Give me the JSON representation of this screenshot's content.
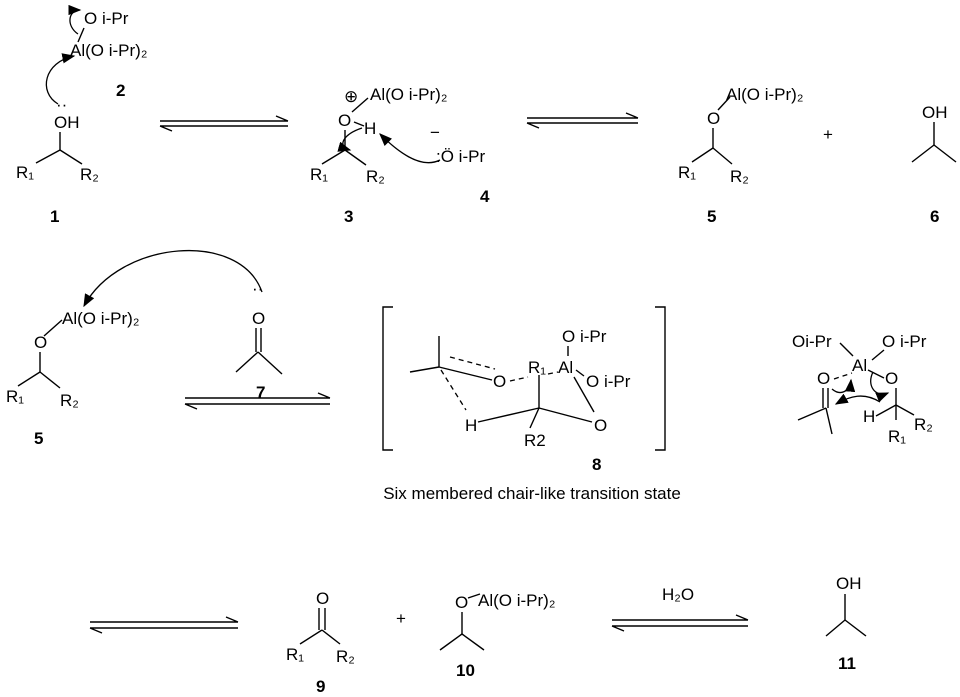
{
  "compounds": {
    "c1": {
      "label": "1",
      "oh": "OH",
      "r1": "R₁",
      "r2": "R₂",
      "lone_pair": "··"
    },
    "c2": {
      "label": "2",
      "top": "O i-Pr",
      "al": "Al(O i-Pr)₂"
    },
    "c3": {
      "label": "3",
      "charge": "⊕",
      "al": "Al(O i-Pr)₂",
      "o": "O",
      "h": "H",
      "r1": "R₁",
      "r2": "R₂"
    },
    "c4": {
      "label": "4",
      "charge": "−",
      "text": ":Ö i-Pr"
    },
    "c5": {
      "label": "5",
      "al": "Al(O i-Pr)₂",
      "o": "O",
      "r1": "R₁",
      "r2": "R₂"
    },
    "c6": {
      "label": "6",
      "oh": "OH"
    },
    "c7": {
      "label": "7",
      "o": "O",
      "lone_pair": "··"
    },
    "c8": {
      "label": "8",
      "caption": "Six membered chair-like transition state",
      "o1": "O",
      "r1": "R₁",
      "al": "Al",
      "oipr1": "O i-Pr",
      "oipr2": "O i-Pr",
      "h": "H",
      "r2": "R2",
      "o2": "O"
    },
    "mech": {
      "oipr_left": "Oi-Pr",
      "oipr_right": "O i-Pr",
      "al": "Al",
      "o_left": "O",
      "o_right": "O",
      "h": "H",
      "r1": "R₁",
      "r2": "R₂"
    },
    "c9": {
      "label": "9",
      "o": "O",
      "r1": "R₁",
      "r2": "R₂"
    },
    "c10": {
      "label": "10",
      "o": "O",
      "al": "Al(O i-Pr)₂"
    },
    "c11": {
      "label": "11",
      "oh": "OH"
    }
  },
  "plus_signs": [
    "+",
    "+",
    "+"
  ],
  "reagent": "H₂O"
}
